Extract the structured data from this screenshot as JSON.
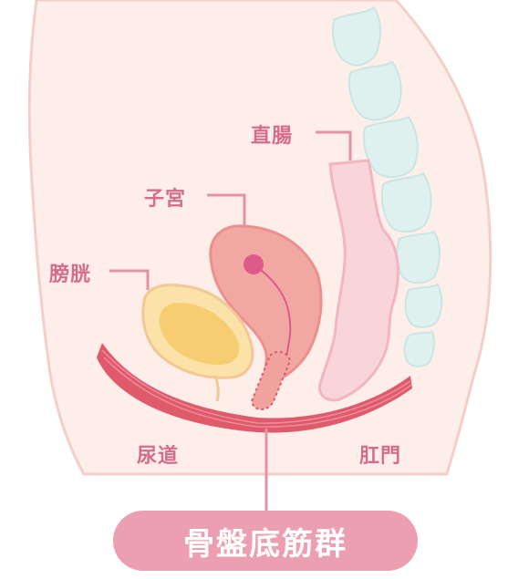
{
  "title": "骨盤底筋群",
  "labels": {
    "rectum": "直腸",
    "uterus": "子宮",
    "bladder": "膀胱",
    "urethra": "尿道",
    "anus": "肛門"
  },
  "colors": {
    "body_skin": "#fdeeea",
    "body_outline": "#f3cfc8",
    "muscle": "#df5a6b",
    "muscle_stripe": "#f08c9a",
    "spine": "#dff1ef",
    "rectum": "#f9d5da",
    "uterus": "#f2a8a2",
    "bladder": "#fae2a8",
    "bladder_inner": "#f7cd72",
    "label_text": "#d56d8a",
    "leader_line": "#e592a6",
    "pill": "#ec9fb1"
  }
}
